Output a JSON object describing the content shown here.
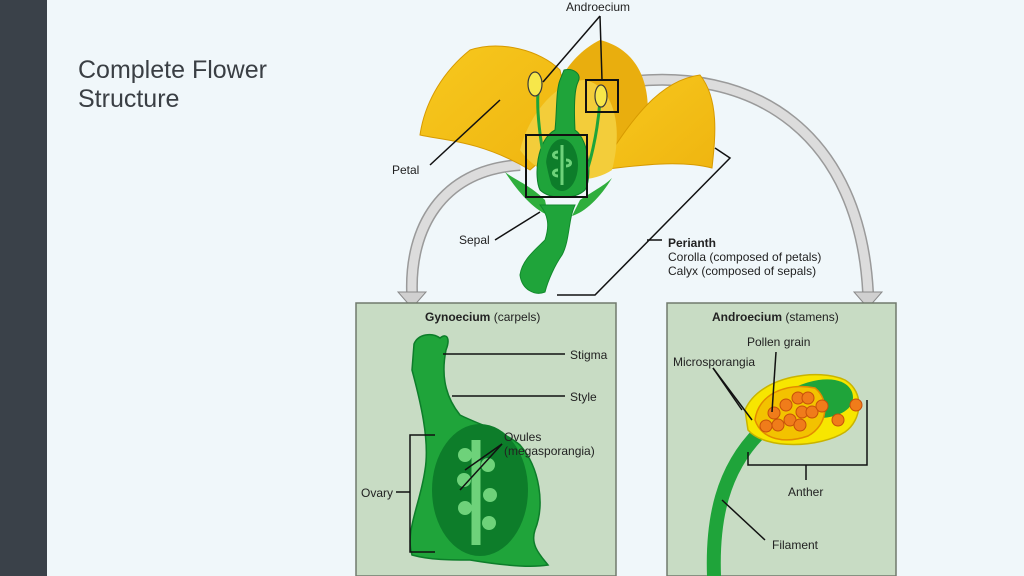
{
  "slide": {
    "title_line1": "Complete Flower",
    "title_line2": "Structure"
  },
  "diagram": {
    "labels": {
      "androecium_top": "Androecium",
      "petal": "Petal",
      "sepal": "Sepal",
      "perianth": "Perianth",
      "corolla": "Corolla (composed of petals)",
      "calyx": "Calyx (composed of sepals)"
    },
    "gynoecium_panel": {
      "title_bold": "Gynoecium",
      "title_rest": " (carpels)",
      "stigma": "Stigma",
      "style": "Style",
      "ovules_line1": "Ovules",
      "ovules_line2": "(megasporangia)",
      "ovary": "Ovary"
    },
    "androecium_panel": {
      "title_bold": "Androecium",
      "title_rest": " (stamens)",
      "pollen_grain": "Pollen grain",
      "microsporangia": "Microsporangia",
      "anther": "Anther",
      "filament": "Filament"
    }
  },
  "colors": {
    "sidebar": "#3a4149",
    "background": "#f0f7fa",
    "petal": "#f5c518",
    "green": "#1fa43a",
    "dark_green": "#0d7d2a",
    "panel": "#c8dcc4",
    "pollen": "#f07c1a"
  }
}
